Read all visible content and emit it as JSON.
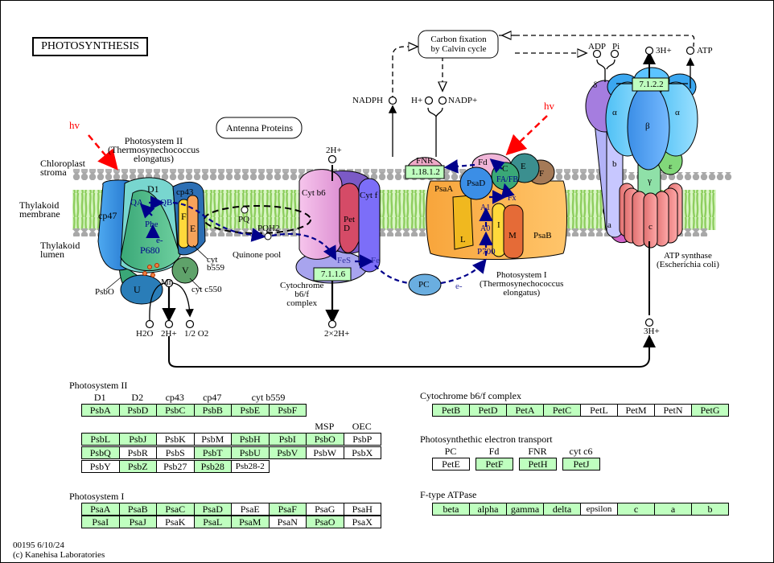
{
  "title": "PHOTOSYNTHESIS",
  "footer": {
    "id_date": "00195 6/10/24",
    "copyright": "(c) Kanehisa Laboratories"
  },
  "colors": {
    "gene_present": "#bfffbf",
    "gene_absent": "#ffffff",
    "light_arrow": "#ff0000",
    "electron_arrow": "#00008b"
  },
  "diagram": {
    "compartments": {
      "stroma": "Chloroplast\nstroma",
      "membrane": "Thylakoid\nmembrane",
      "lumen": "Thylakoid\nlumen"
    },
    "light_labels": [
      "hv",
      "hv"
    ],
    "antenna": "Antenna Proteins",
    "calvin": "Carbon fixation\nby Calvin cycle",
    "psii": {
      "title": "Photosystem II\n(Thermosynechococcus\nelongatus)",
      "subunits": [
        "cp47",
        "D1",
        "cp43",
        "F",
        "E",
        "U",
        "V",
        "PsbO"
      ],
      "carriers": [
        "QA",
        "QB",
        "Phe",
        "e-",
        "P680",
        "Mn"
      ],
      "labels": {
        "cytb559": "cyt\nb559",
        "cytc550": "cyt c550",
        "psbo": "PsbO"
      },
      "metabolites": [
        "H2O",
        "2H+",
        "1/2 O2"
      ]
    },
    "quinone": {
      "pq": "PQ",
      "pqh2": "PQH2",
      "pool": "Quinone pool"
    },
    "cytb6f": {
      "title": "Cytochrome\nb6/f\ncomplex",
      "subunits": [
        "Cyt b6",
        "Pet\nD",
        "Cyt f"
      ],
      "carriers": [
        "FeS",
        "Fe"
      ],
      "ec": "7.1.1.6",
      "h_in": "2H+",
      "h_out": "2×2H+"
    },
    "pc": {
      "label": "PC",
      "e": "e-"
    },
    "psi": {
      "title": "Photosystem I\n(Thermosynechococcus\nelongatus)",
      "subunits": [
        "PsaA",
        "PsaD",
        "C",
        "E",
        "F",
        "L",
        "I",
        "M",
        "PsaB",
        "Fd"
      ],
      "carriers": [
        "FA/FB",
        "Fx",
        "A1",
        "A0",
        "P700"
      ]
    },
    "fnr": {
      "label": "FNR",
      "ec": "1.18.1.2"
    },
    "nadp": {
      "nadph": "NADPH",
      "h": "H+",
      "nadp": "NADP+"
    },
    "atp_synthase": {
      "title": "ATP synthase\n(Escherichia coli)",
      "subunits": [
        "δ",
        "α",
        "β",
        "α",
        "b",
        "ε",
        "γ",
        "a",
        "c"
      ],
      "ec": "7.1.2.2",
      "metabolites": {
        "adp": "ADP",
        "pi": "Pi",
        "h_top": "3H+",
        "atp": "ATP",
        "h_bottom": "3H+"
      }
    }
  },
  "gene_groups": [
    {
      "title": "Photosystem II",
      "header_labels": [
        {
          "text": "D1",
          "col": 0
        },
        {
          "text": "D2",
          "col": 1
        },
        {
          "text": "cp43",
          "col": 2
        },
        {
          "text": "cp47",
          "col": 3
        },
        {
          "text": "cyt b559",
          "col": 4.5
        }
      ],
      "rows": [
        [
          {
            "g": "PsbA",
            "on": true
          },
          {
            "g": "PsbD",
            "on": true
          },
          {
            "g": "PsbC",
            "on": true
          },
          {
            "g": "PsbB",
            "on": true
          },
          {
            "g": "PsbE",
            "on": true
          },
          {
            "g": "PsbF",
            "on": true
          }
        ]
      ],
      "header_labels2": [
        {
          "text": "MSP",
          "col": 6
        },
        {
          "text": "OEC",
          "col": 7
        }
      ],
      "rows2": [
        [
          {
            "g": "PsbL",
            "on": true
          },
          {
            "g": "PsbJ",
            "on": true
          },
          {
            "g": "PsbK",
            "on": false
          },
          {
            "g": "PsbM",
            "on": false
          },
          {
            "g": "PsbH",
            "on": true
          },
          {
            "g": "PsbI",
            "on": true
          },
          {
            "g": "PsbO",
            "on": true
          },
          {
            "g": "PsbP",
            "on": false
          }
        ],
        [
          {
            "g": "PsbQ",
            "on": true
          },
          {
            "g": "PsbR",
            "on": false
          },
          {
            "g": "PsbS",
            "on": false
          },
          {
            "g": "PsbT",
            "on": true
          },
          {
            "g": "PsbU",
            "on": true
          },
          {
            "g": "PsbV",
            "on": true
          },
          {
            "g": "PsbW",
            "on": false
          },
          {
            "g": "PsbX",
            "on": false
          }
        ],
        [
          {
            "g": "PsbY",
            "on": false
          },
          {
            "g": "PsbZ",
            "on": true
          },
          {
            "g": "Psb27",
            "on": false
          },
          {
            "g": "Psb28",
            "on": true
          },
          {
            "g": "Psb28-2",
            "on": false
          }
        ]
      ]
    },
    {
      "title": "Photosystem I",
      "rows": [
        [
          {
            "g": "PsaA",
            "on": true
          },
          {
            "g": "PsaB",
            "on": true
          },
          {
            "g": "PsaC",
            "on": true
          },
          {
            "g": "PsaD",
            "on": true
          },
          {
            "g": "PsaE",
            "on": false
          },
          {
            "g": "PsaF",
            "on": true
          },
          {
            "g": "PsaG",
            "on": false
          },
          {
            "g": "PsaH",
            "on": false
          }
        ],
        [
          {
            "g": "PsaI",
            "on": true
          },
          {
            "g": "PsaJ",
            "on": true
          },
          {
            "g": "PsaK",
            "on": false
          },
          {
            "g": "PsaL",
            "on": true
          },
          {
            "g": "PsaM",
            "on": true
          },
          {
            "g": "PsaN",
            "on": false
          },
          {
            "g": "PsaO",
            "on": true
          },
          {
            "g": "PsaX",
            "on": false
          }
        ]
      ]
    },
    {
      "title": "Cytochrome b6/f complex",
      "rows": [
        [
          {
            "g": "PetB",
            "on": true
          },
          {
            "g": "PetD",
            "on": true
          },
          {
            "g": "PetA",
            "on": true
          },
          {
            "g": "PetC",
            "on": true
          },
          {
            "g": "PetL",
            "on": false
          },
          {
            "g": "PetM",
            "on": false
          },
          {
            "g": "PetN",
            "on": false
          },
          {
            "g": "PetG",
            "on": true
          }
        ]
      ]
    },
    {
      "title": "Photosynthethic electron transport",
      "header_labels": [
        {
          "text": "PC",
          "col": 0
        },
        {
          "text": "Fd",
          "col": 1
        },
        {
          "text": "FNR",
          "col": 2
        },
        {
          "text": "cyt c6",
          "col": 3
        }
      ],
      "rows": [
        [
          {
            "g": "PetE",
            "on": false
          },
          {
            "g": "PetF",
            "on": true
          },
          {
            "g": "PetH",
            "on": true
          },
          {
            "g": "PetJ",
            "on": true
          }
        ]
      ]
    },
    {
      "title": "F-type ATPase",
      "rows": [
        [
          {
            "g": "beta",
            "on": true
          },
          {
            "g": "alpha",
            "on": true
          },
          {
            "g": "gamma",
            "on": true
          },
          {
            "g": "delta",
            "on": true
          },
          {
            "g": "epsilon",
            "on": false
          },
          {
            "g": "c",
            "on": true
          },
          {
            "g": "a",
            "on": true
          },
          {
            "g": "b",
            "on": true
          }
        ]
      ]
    }
  ]
}
